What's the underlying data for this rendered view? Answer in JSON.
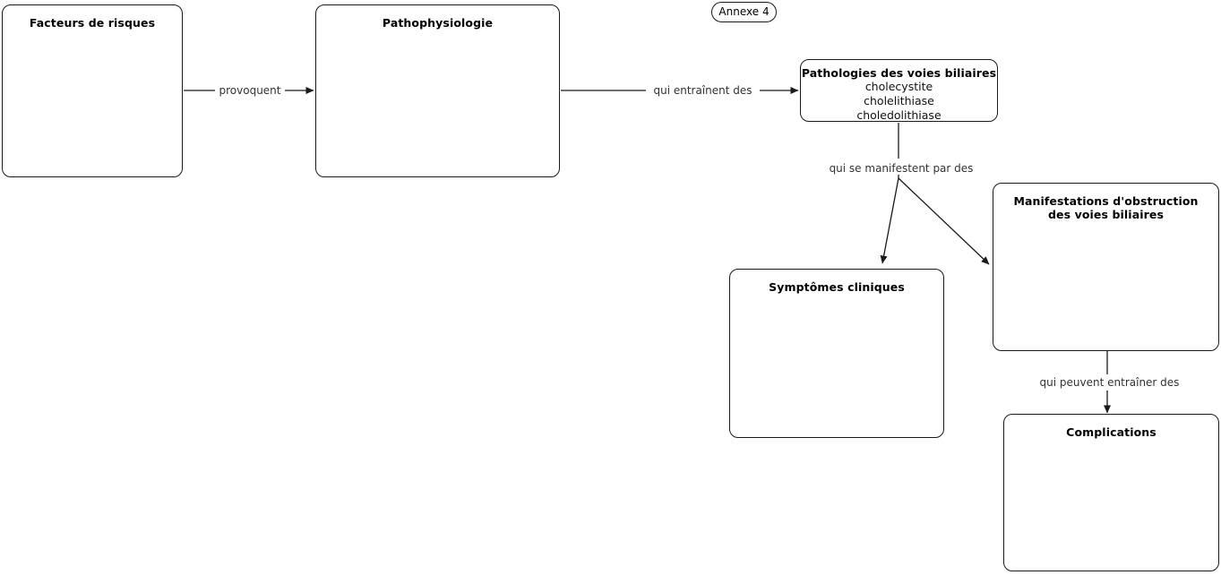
{
  "badge": {
    "label": "Annexe 4"
  },
  "nodes": {
    "risk_factors": {
      "title": "Facteurs de risques"
    },
    "pathophysiology": {
      "title": "Pathophysiologie"
    },
    "biliary_pathologies": {
      "title": "Pathologies des voies biliaires",
      "items": [
        "cholecystite",
        "cholelithiase",
        "choledolithiase"
      ]
    },
    "clinical_symptoms": {
      "title": "Symptômes cliniques"
    },
    "obstruction_manifestations": {
      "title": "Manifestations d'obstruction\ndes voies biliaires"
    },
    "complications": {
      "title": "Complications"
    }
  },
  "edges": {
    "risk_to_patho": {
      "label": "provoquent"
    },
    "patho_to_biliary": {
      "label": "qui entraînent des"
    },
    "biliary_to_branches": {
      "label": "qui se manifestent par des"
    },
    "obstruction_to_complications": {
      "label": "qui peuvent entraîner des"
    }
  },
  "colors": {
    "stroke": "#1a1a1a",
    "background": "#ffffff",
    "text": "#000000",
    "label_text": "#333333"
  }
}
